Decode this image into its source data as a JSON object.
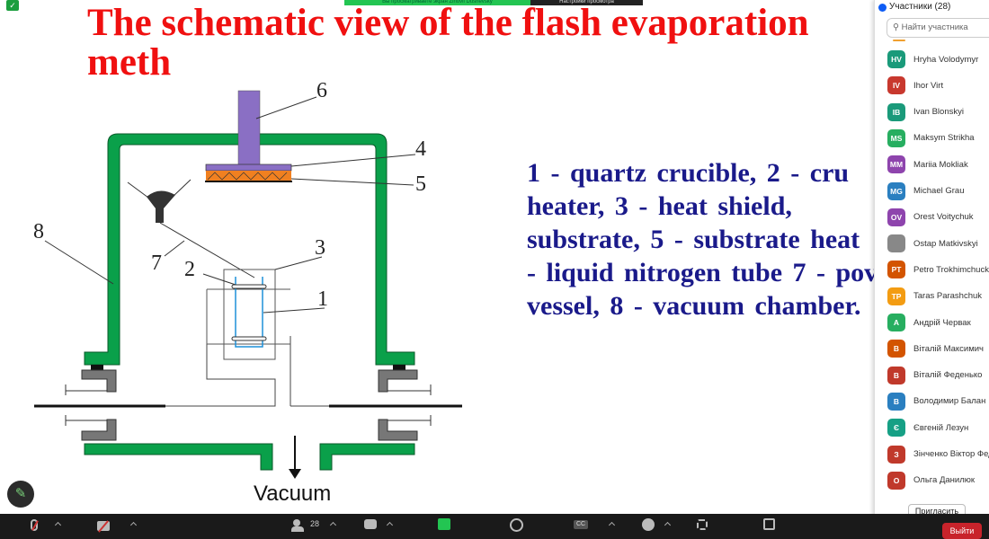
{
  "banner": {
    "share_text": "Вы просматриваете экран Zinovii Dushevsky",
    "view_options": "Настройки просмотра"
  },
  "slide": {
    "title": "The schematic view of the flash evaporation meth",
    "legend_lines": [
      "1 - quartz crucible, 2 - cru",
      "heater, 3 -   heat shield,",
      "substrate, 5 - substrate heat",
      "- liquid nitrogen tube 7 - pov",
      "vessel, 8 - vacuum chamber."
    ],
    "diagram": {
      "labels": [
        "1",
        "2",
        "3",
        "4",
        "5",
        "6",
        "7",
        "8"
      ],
      "vacuum": "Vacuum"
    },
    "colors": {
      "title": "#f01010",
      "legend": "#1a1a8a",
      "chamber": "#0aa04a",
      "substrate_holder": "#8a6fc4",
      "heater": "#f08020"
    }
  },
  "participants": {
    "header": "Участники (28)",
    "search_placeholder": "Найти участника",
    "list": [
      {
        "initials": "HV",
        "name": "Hryha Volodymyr",
        "color": "#1a9a7a"
      },
      {
        "initials": "IV",
        "name": "Ihor Virt",
        "color": "#c8382e"
      },
      {
        "initials": "IB",
        "name": "Ivan Blonskyi",
        "color": "#1a9a7a"
      },
      {
        "initials": "MS",
        "name": "Maksym Strikha",
        "color": "#27ae60"
      },
      {
        "initials": "MM",
        "name": "Mariia Mokliak",
        "color": "#8e44ad"
      },
      {
        "initials": "MG",
        "name": "Michael Grau",
        "color": "#2a7fc0"
      },
      {
        "initials": "OV",
        "name": "Orest Voitychuk",
        "color": "#8e44ad"
      },
      {
        "initials": "",
        "name": "Ostap Matkivskyi",
        "color": "#888888"
      },
      {
        "initials": "PT",
        "name": "Petro Trokhimchuck",
        "color": "#d35400"
      },
      {
        "initials": "TP",
        "name": "Taras Parashchuk",
        "color": "#f39c12"
      },
      {
        "initials": "А",
        "name": "Андрій Червак",
        "color": "#27ae60"
      },
      {
        "initials": "В",
        "name": "Віталій Максимич",
        "color": "#d35400"
      },
      {
        "initials": "В",
        "name": "Віталій Феденько",
        "color": "#c0392b"
      },
      {
        "initials": "В",
        "name": "Володимир Балан",
        "color": "#2a7fc0"
      },
      {
        "initials": "Є",
        "name": "Євгеній Лезун",
        "color": "#16a085"
      },
      {
        "initials": "З",
        "name": "Зінченко Віктор Федорович",
        "color": "#c0392b"
      },
      {
        "initials": "О",
        "name": "Ольга Данилюк",
        "color": "#c0392b"
      }
    ],
    "invite": "Пригласить"
  },
  "toolbar": {
    "participants_count": "28",
    "leave": "Выйти"
  }
}
